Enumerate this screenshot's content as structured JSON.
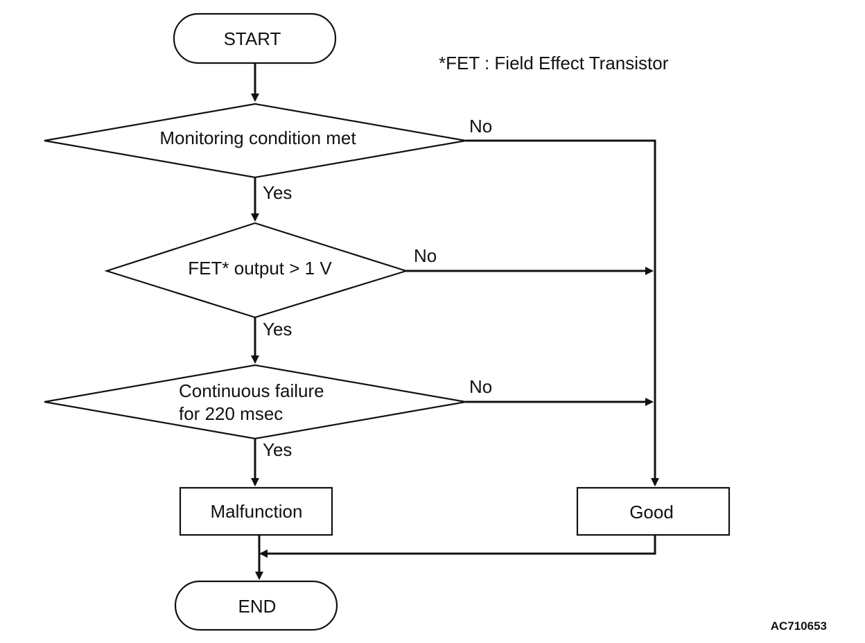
{
  "diagram": {
    "nodes": {
      "start": "START",
      "decision_monitoring": "Monitoring condition met",
      "decision_fet": "FET* output > 1 V",
      "decision_continuous_line1": "Continuous failure",
      "decision_continuous_line2": "for 220 msec",
      "malfunction": "Malfunction",
      "good": "Good",
      "end": "END"
    },
    "edge_labels": {
      "monitoring_no": "No",
      "monitoring_yes": "Yes",
      "fet_no": "No",
      "fet_yes": "Yes",
      "continuous_no": "No",
      "continuous_yes": "Yes"
    },
    "footnote": "*FET : Field Effect Transistor",
    "figure_code": "AC710653"
  },
  "colors": {
    "stroke": "#111111",
    "background": "#ffffff"
  }
}
